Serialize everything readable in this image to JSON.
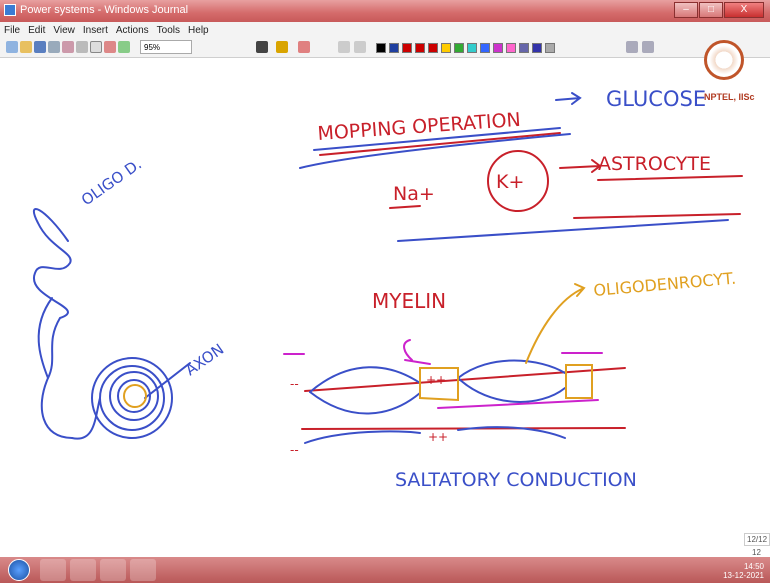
{
  "window": {
    "title": "Power systems - Windows Journal",
    "buttons": {
      "minimize": "–",
      "maximize": "□",
      "close": "X"
    }
  },
  "menu": {
    "items": [
      {
        "label": "File"
      },
      {
        "label": "Edit"
      },
      {
        "label": "View"
      },
      {
        "label": "Insert"
      },
      {
        "label": "Actions"
      },
      {
        "label": "Tools"
      },
      {
        "label": "Help"
      }
    ]
  },
  "toolbar": {
    "zoom_value": "95%",
    "pen_colors": [
      "#000000",
      "#1f3fa0",
      "#cc0000",
      "#cc0000",
      "#cc0000",
      "#ffcc00",
      "#33aa33",
      "#33cccc",
      "#3366ff",
      "#cc33cc",
      "#ff66cc",
      "#6666aa",
      "#3333aa",
      "#aaaaaa"
    ]
  },
  "logo": {
    "label": "NPTEL, IISc"
  },
  "notes": {
    "oligo": "OLIGO D.",
    "axon": "AXON",
    "mopping": "MOPPING OPERATION",
    "glucose": "GLUCOSE",
    "na": "Na+",
    "k": "K+",
    "astrocyte": "ASTROCYTE",
    "myelin": "MYELIN",
    "oligodendrocyte": "OLIGODENROCYT.",
    "plus1": "++",
    "plus2": "++",
    "minus1": "--",
    "minus2": "--",
    "saltatory": "SALTATORY CONDUCTION"
  },
  "status": {
    "page_indicator": "12/12",
    "page_number": "12"
  },
  "taskbar": {
    "time": "14:50",
    "date": "13-12-2021"
  },
  "colors": {
    "ink_red": "#c8202a",
    "ink_blue": "#3a4fc8",
    "ink_orange": "#e0a020",
    "ink_magenta": "#cc22cc"
  }
}
